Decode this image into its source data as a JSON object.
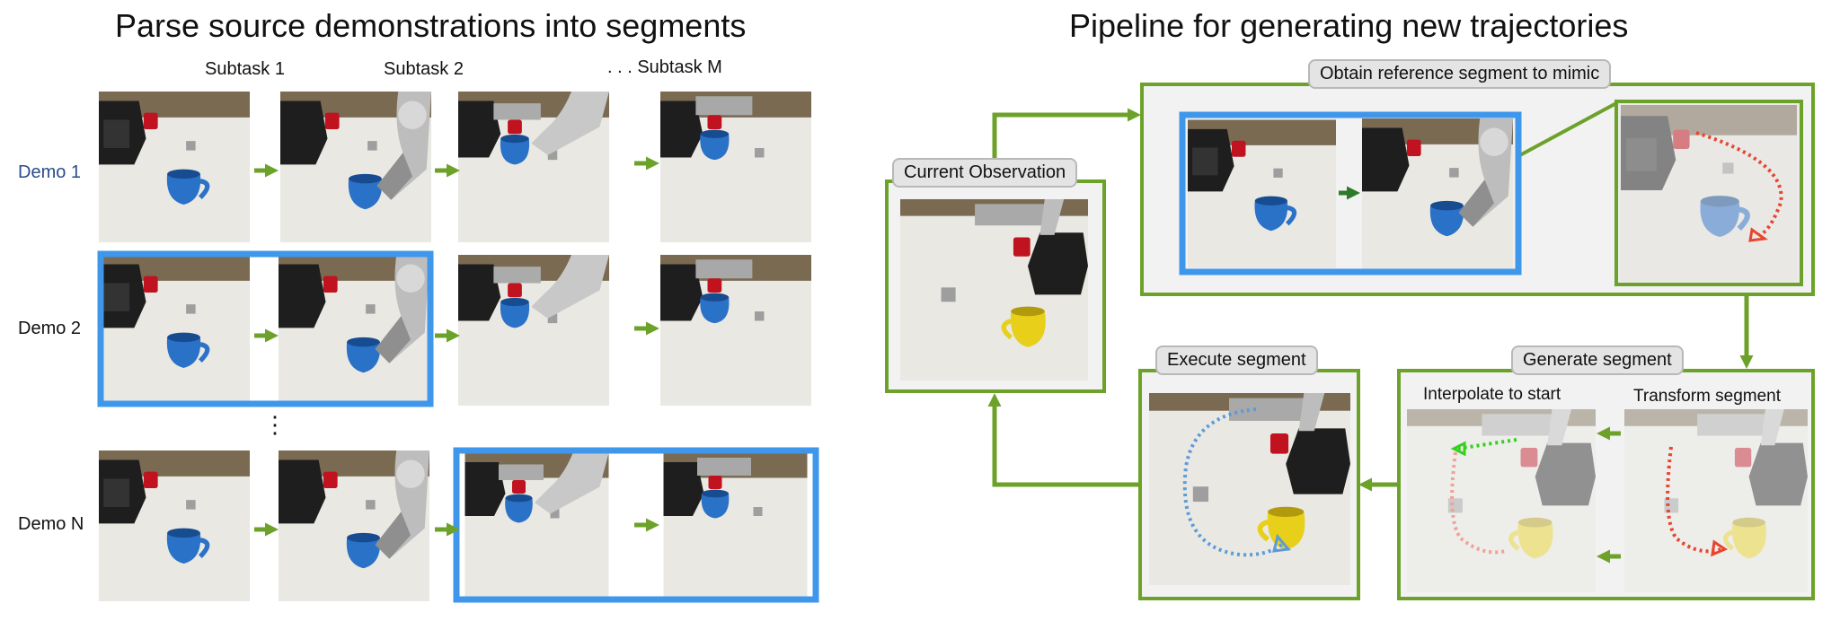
{
  "left": {
    "title": "Parse source demonstrations into segments",
    "subtask_labels": [
      "Subtask 1",
      "Subtask 2",
      ". . . Subtask M"
    ],
    "demo_labels": [
      "Demo 1",
      "Demo 2",
      "Demo N"
    ],
    "ellipsis": "⋮"
  },
  "right": {
    "title": "Pipeline for generating new trajectories",
    "current_observation": "Current Observation",
    "obtain_reference": "Obtain reference segment to mimic",
    "generate_segment": "Generate segment",
    "execute_segment": "Execute segment",
    "interpolate_to_start": "Interpolate to start",
    "transform_segment": "Transform segment"
  },
  "colors": {
    "highlight_blue": "#3f97ec",
    "arrow_green": "#6da22a",
    "arrow_dark_green": "#2d7a2a",
    "table": "#e9e8e2",
    "mug_blue": "#2a71c8",
    "mug_yellow": "#e7cf1a",
    "cube_red": "#c1121f",
    "dotted_red": "#e8452f",
    "dotted_blue": "#5b9bdc",
    "dotted_green": "#33d11c"
  }
}
